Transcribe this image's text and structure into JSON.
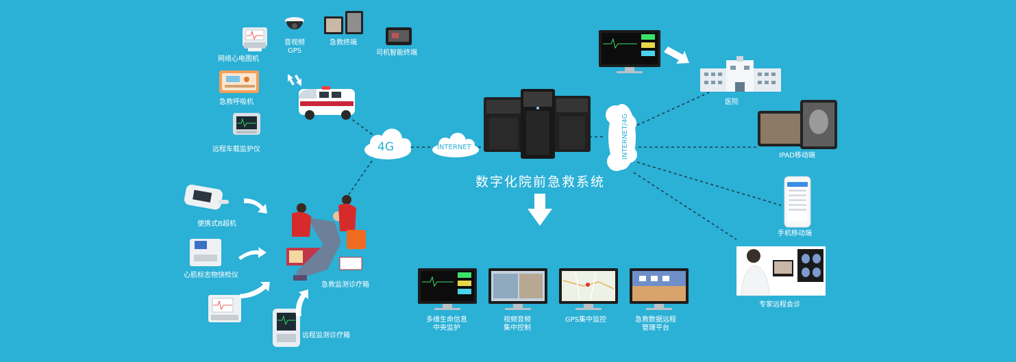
{
  "labels": {
    "ecg": "网络心电图机",
    "av_gps_1": "音视频",
    "av_gps_2": "GPS",
    "rescue_terminal": "急救终端",
    "driver_terminal": "司机智能终端",
    "ventilator": "急救呼吸机",
    "monitor": "远程车载监护仪",
    "bultra": "便携式B超机",
    "cardiac": "心肌标志物快检仪",
    "kit1": "急救监测诊疗箱",
    "kit2": "远程监测诊疗箱",
    "hospital": "医院",
    "ipad": "IPAD移动端",
    "phone": "手机移动端",
    "expert": "专家远程会诊",
    "sys_title": "数字化院前急救系统",
    "b1_1": "多维生命信息",
    "b1_2": "中央监护",
    "b2_1": "视频音频",
    "b2_2": "集中控制",
    "b3_1": "GPS集中监控",
    "b4_1": "急救数据远程",
    "b4_2": "管理平台"
  },
  "clouds": {
    "c4g": "4G",
    "internet": "INTERNET",
    "internet4g": "INTERNET/4G"
  },
  "colors": {
    "background": "#2bb0d6",
    "text": "#ffffff",
    "link": "#1d3c4a"
  }
}
